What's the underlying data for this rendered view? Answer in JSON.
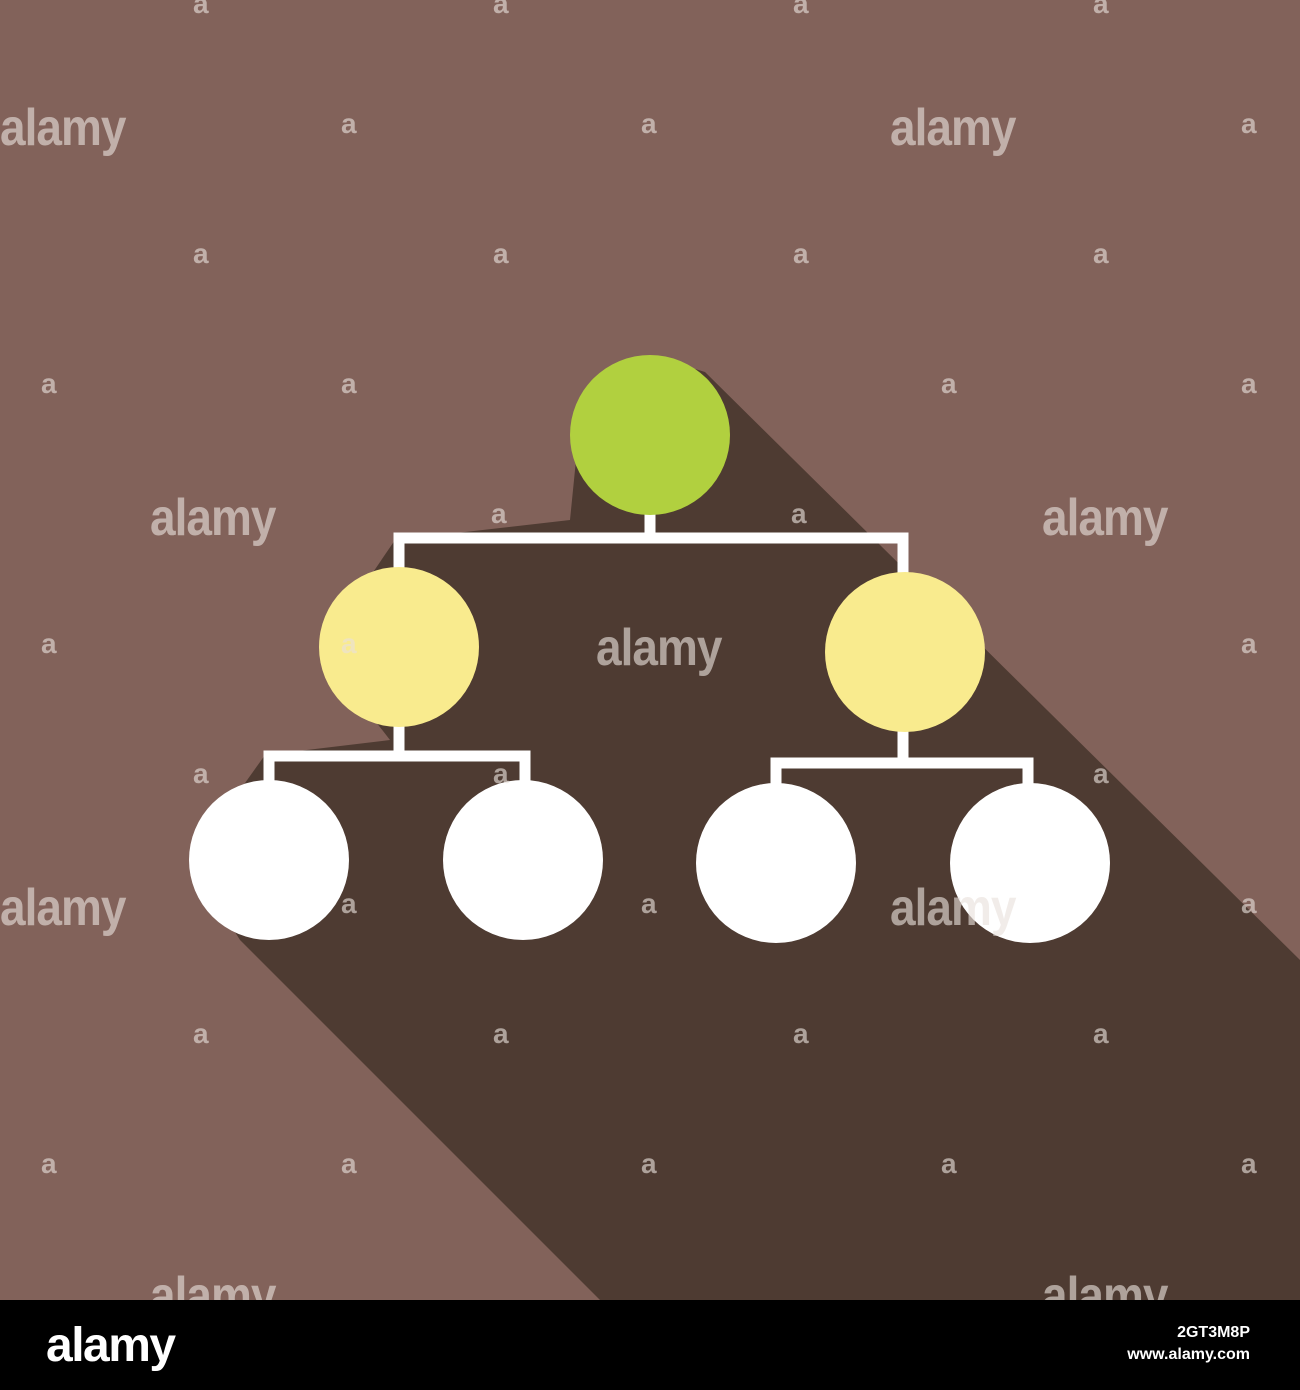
{
  "colors": {
    "background": "#82625a",
    "shadow": "#4e3b32",
    "connector": "#ffffff",
    "root_node": "#b1d03f",
    "middle_node": "#f9eb8e",
    "leaf_node": "#ffffff",
    "footer_bg": "#000000"
  },
  "diagram": {
    "structure": "hierarchy tree",
    "levels": [
      {
        "level": 1,
        "node_count": 1,
        "color": "green"
      },
      {
        "level": 2,
        "node_count": 2,
        "color": "yellow"
      },
      {
        "level": 3,
        "node_count": 4,
        "color": "white"
      }
    ]
  },
  "watermark": {
    "word": "alamy",
    "letter": "a"
  },
  "footer": {
    "logo": "alamy",
    "image_id": "2GT3M8P",
    "site": "www.alamy.com"
  }
}
